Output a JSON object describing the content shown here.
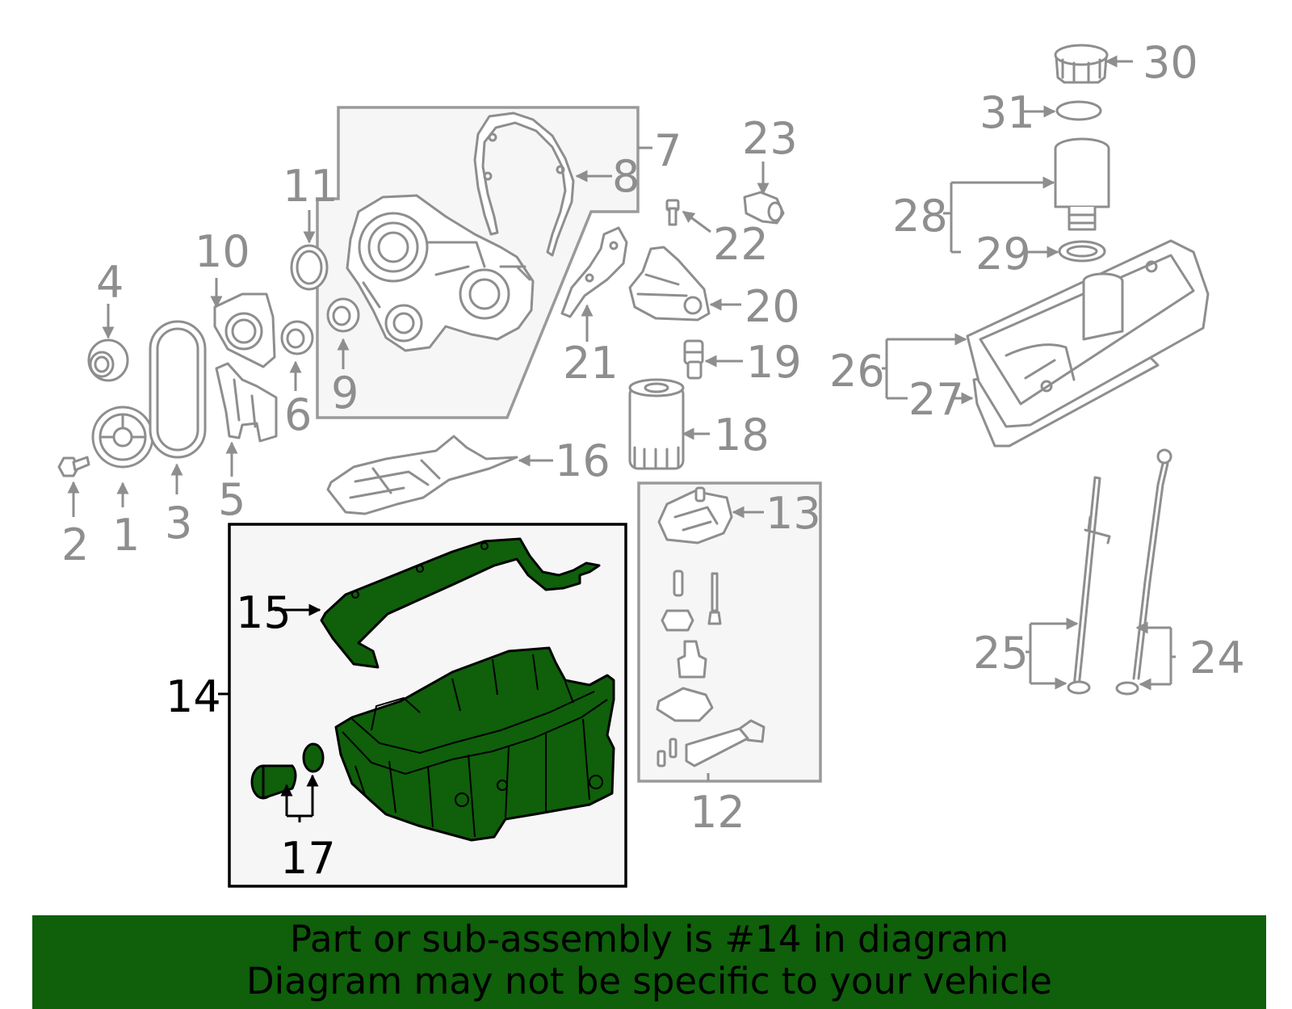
{
  "callouts": {
    "c1": "1",
    "c2": "2",
    "c3": "3",
    "c4": "4",
    "c5": "5",
    "c6": "6",
    "c7": "7",
    "c8": "8",
    "c9": "9",
    "c10": "10",
    "c11": "11",
    "c12": "12",
    "c13": "13",
    "c14": "14",
    "c15": "15",
    "c16": "16",
    "c17": "17",
    "c18": "18",
    "c19": "19",
    "c20": "20",
    "c21": "21",
    "c22": "22",
    "c23": "23",
    "c24": "24",
    "c25": "25",
    "c26": "26",
    "c27": "27",
    "c28": "28",
    "c29": "29",
    "c30": "30",
    "c31": "31"
  },
  "highlight": {
    "part": "14",
    "color": "#0f5f0b"
  },
  "banner": {
    "line1": "Part or sub-assembly is #14 in diagram",
    "line2": "Diagram may not be specific to your vehicle"
  }
}
